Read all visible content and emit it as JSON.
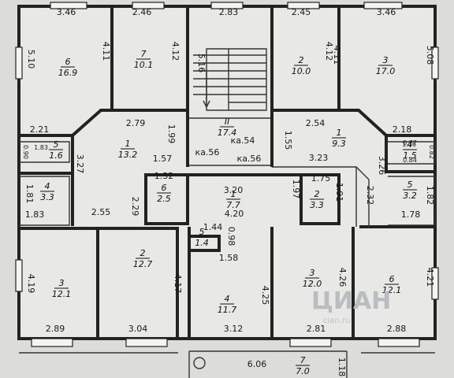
{
  "plan": {
    "rooms": [
      {
        "id": "r6-tl",
        "number": "6",
        "area": "16.9"
      },
      {
        "id": "r7-tl",
        "number": "7",
        "area": "10.1"
      },
      {
        "id": "r2-tr",
        "number": "2",
        "area": "10.0"
      },
      {
        "id": "r3-tr",
        "number": "3",
        "area": "17.0"
      },
      {
        "id": "hall-l",
        "number": "1",
        "area": "13.2"
      },
      {
        "id": "stair",
        "number": "II",
        "area": "17.4"
      },
      {
        "id": "hall-r",
        "number": "1",
        "area": "9.3"
      },
      {
        "id": "r5-l",
        "number": "5",
        "area": "1.6"
      },
      {
        "id": "r4-l",
        "number": "4",
        "area": "3.3"
      },
      {
        "id": "r6-c",
        "number": "6",
        "area": "2.5"
      },
      {
        "id": "r1-c",
        "number": "1",
        "area": "7.7"
      },
      {
        "id": "r2-c",
        "number": "2",
        "area": "3.3"
      },
      {
        "id": "r4-r",
        "number": "4",
        "area": "1.5"
      },
      {
        "id": "r5-r",
        "number": "5",
        "area": "3.2"
      },
      {
        "id": "r3-bl",
        "number": "3",
        "area": "12.1"
      },
      {
        "id": "r2-bl",
        "number": "2",
        "area": "12.7"
      },
      {
        "id": "r5-bc",
        "number": "5",
        "area": "1.4"
      },
      {
        "id": "r4-bc",
        "number": "4",
        "area": "11.7"
      },
      {
        "id": "r3-bc",
        "number": "3",
        "area": "12.0"
      },
      {
        "id": "r6-br",
        "number": "6",
        "area": "12.1"
      },
      {
        "id": "r7-b",
        "number": "7",
        "area": "7.0"
      }
    ],
    "dims": [
      "3.46",
      "2.46",
      "2.83",
      "2.45",
      "3.46",
      "5.10",
      "4.11",
      "4.12",
      "5.16",
      "4.12",
      "4.11",
      "5.08",
      "2.21",
      "2.79",
      "1.99",
      "2.54",
      "2.18",
      "1.57",
      "1.55",
      "3.23",
      "3.26",
      "3.27",
      "1.81",
      "1.83",
      "2.55",
      "2.29",
      "1.32",
      "3.20",
      "1.75",
      "1.91",
      "1.97",
      "2.32",
      "1.82",
      "1.78",
      "4.20",
      "1.44",
      "0.98",
      "1.58",
      "4.19",
      "4.17",
      "4.25",
      "4.26",
      "4.21",
      "2.89",
      "3.04",
      "3.12",
      "2.81",
      "2.88",
      "6.06",
      "1.18",
      "ка.56",
      "ка.54",
      "ка.56",
      "0.90",
      "1.83",
      "1.16",
      "0.82",
      "0.77",
      "0.84"
    ],
    "watermark": {
      "big": "ЦИАН",
      "small": "cian.ru"
    }
  }
}
